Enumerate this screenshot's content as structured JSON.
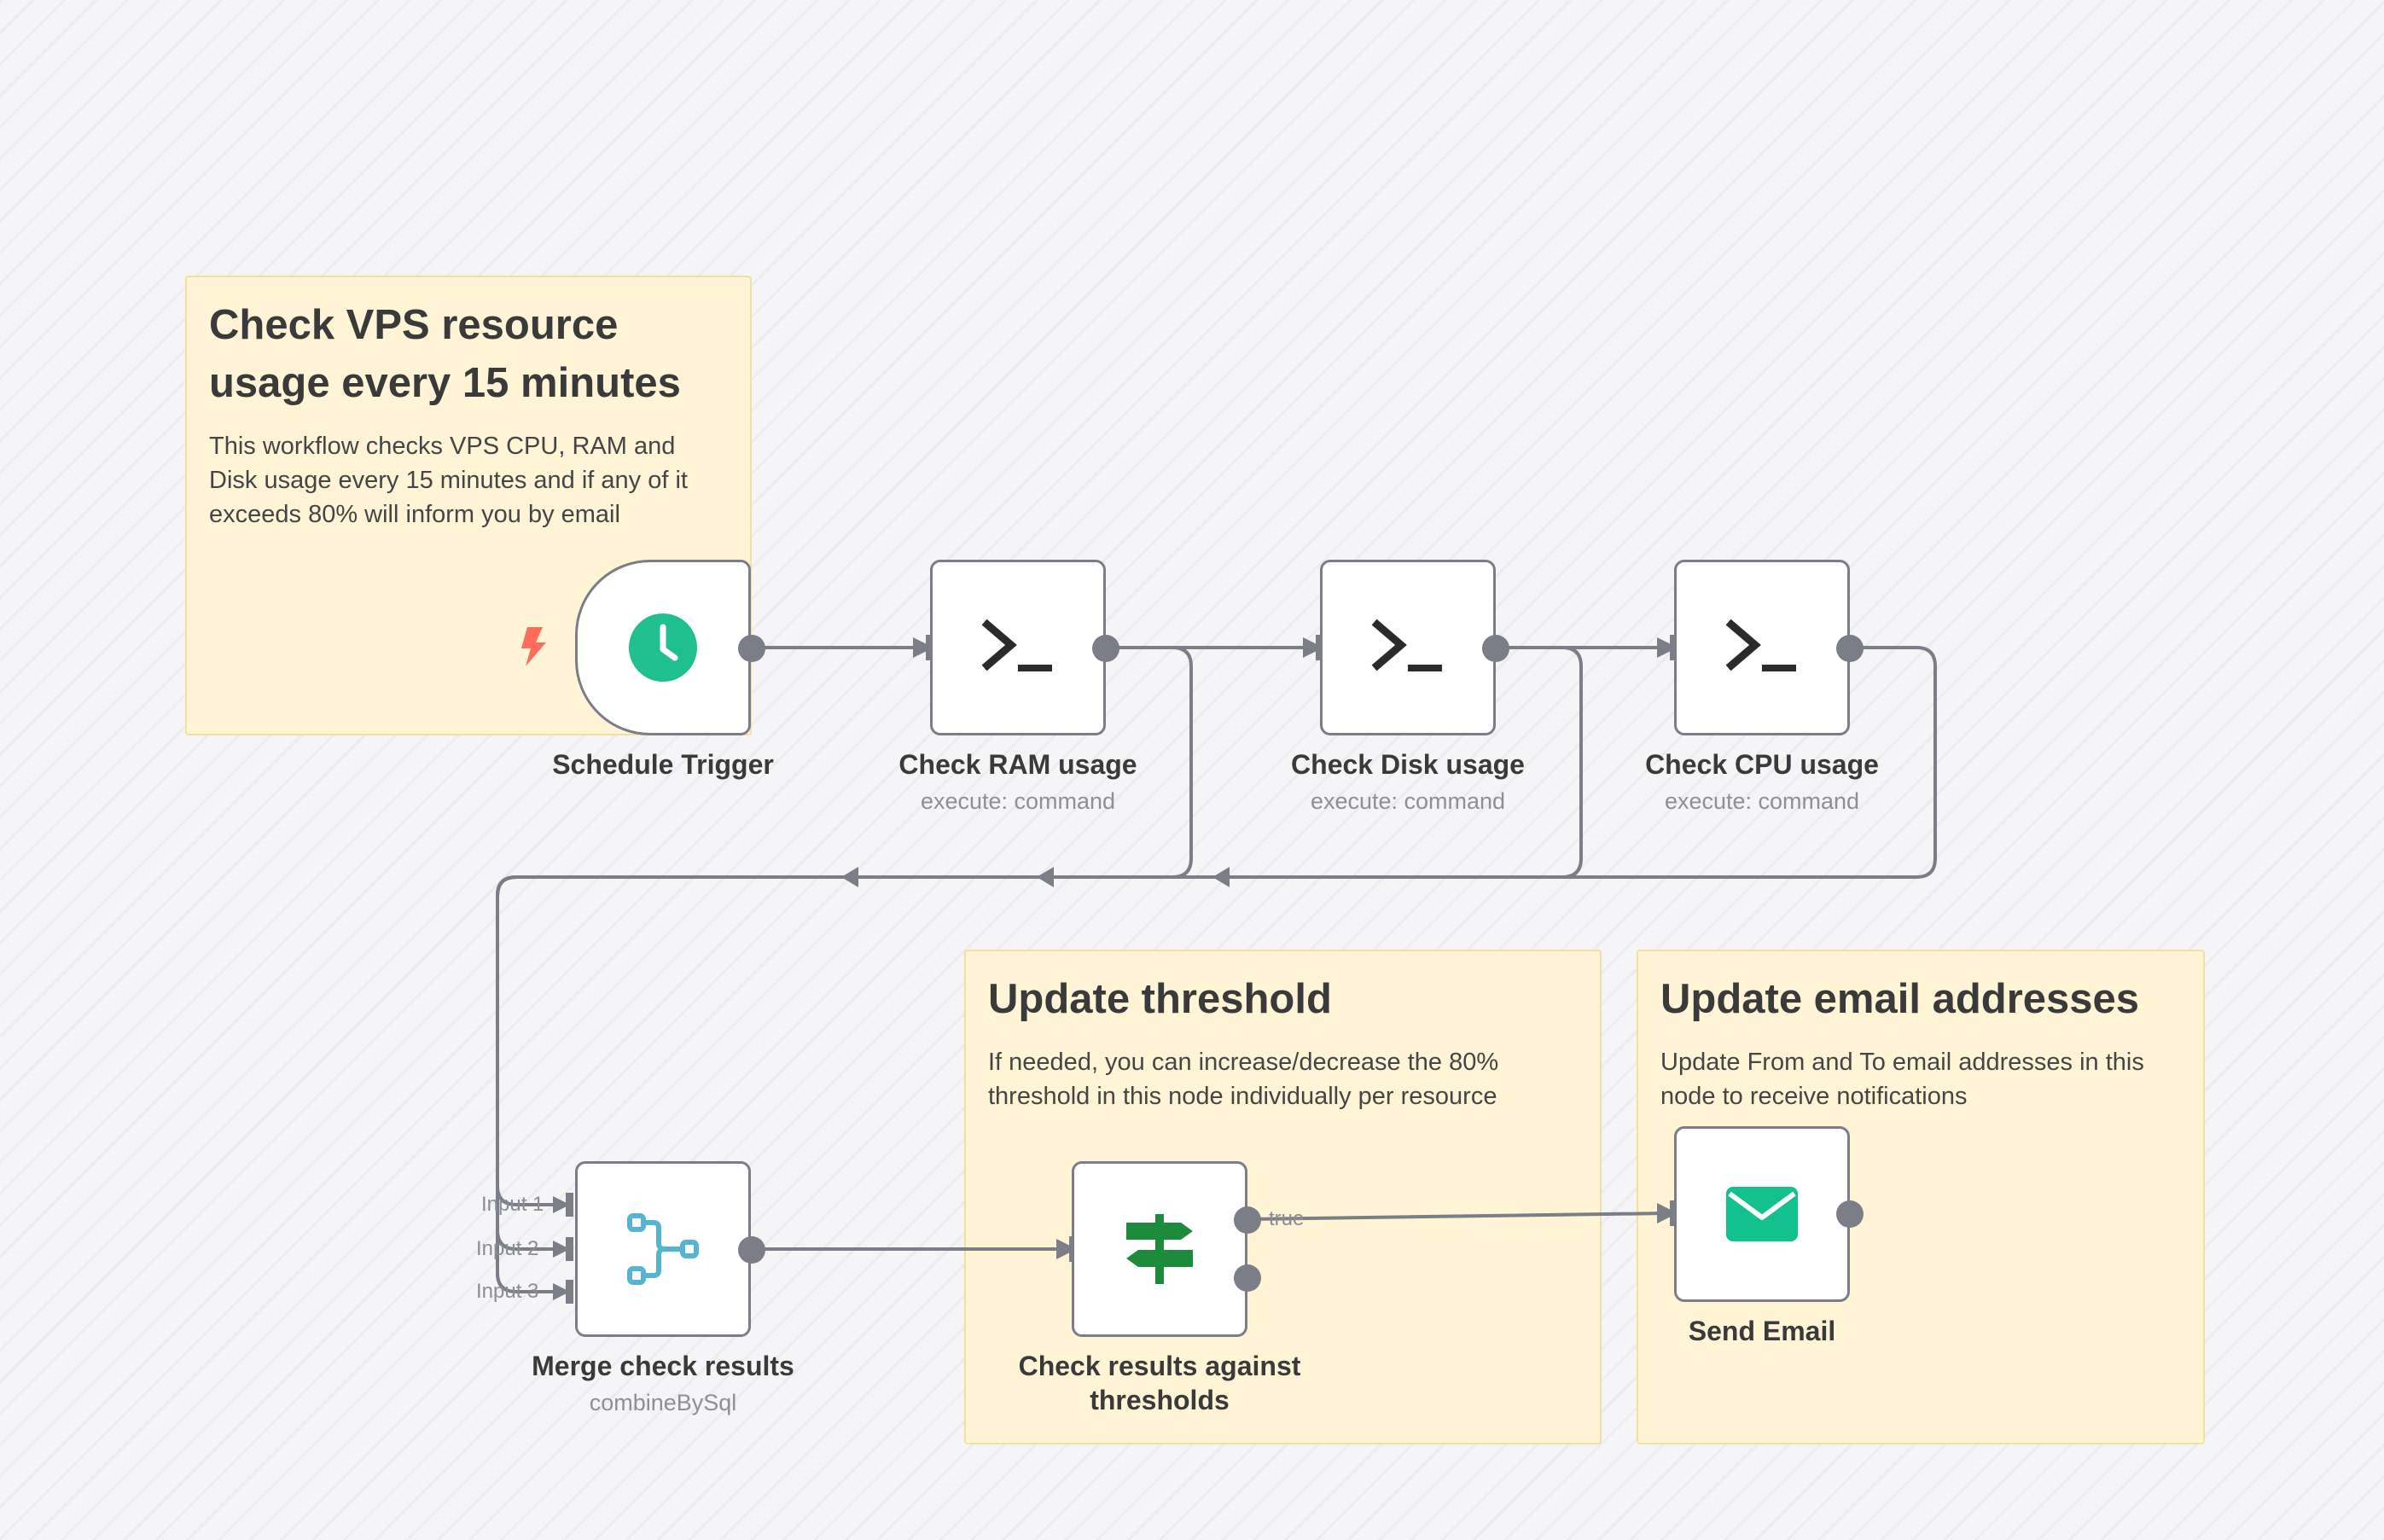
{
  "stickies": {
    "intro": {
      "title": "Check VPS resource usage every 15 minutes",
      "body": "This workflow checks VPS CPU, RAM and Disk usage every 15 minutes and if any of it exceeds 80% will inform you by email"
    },
    "threshold": {
      "title": "Update threshold",
      "body": "If needed, you can increase/decrease the 80% threshold in this node individually per resource"
    },
    "email": {
      "title": "Update email addresses",
      "body": "Update From and To email addresses in this node to receive notifications"
    }
  },
  "nodes": {
    "schedule": {
      "label": "Schedule Trigger",
      "icon": "clock-icon"
    },
    "ram": {
      "label": "Check RAM usage",
      "sub": "execute: command",
      "icon": "terminal-icon"
    },
    "disk": {
      "label": "Check Disk usage",
      "sub": "execute: command",
      "icon": "terminal-icon"
    },
    "cpu": {
      "label": "Check CPU usage",
      "sub": "execute: command",
      "icon": "terminal-icon"
    },
    "merge": {
      "label": "Merge check results",
      "sub": "combineBySql",
      "icon": "merge-icon",
      "inputs": [
        "Input 1",
        "Input 2",
        "Input 3"
      ]
    },
    "if": {
      "label_line1": "Check results against",
      "label_line2": "thresholds",
      "icon": "signpost-icon",
      "true_label": "true"
    },
    "email": {
      "label": "Send Email",
      "icon": "envelope-icon"
    }
  },
  "colors": {
    "wire": "#7b7d87",
    "sticky_bg": "#fff5d6",
    "clock": "#1fbf8f",
    "merge_icon": "#56b4d3",
    "if_icon": "#1c8b3b",
    "email_icon": "#12c18d",
    "bolt": "#ff6d5a"
  }
}
